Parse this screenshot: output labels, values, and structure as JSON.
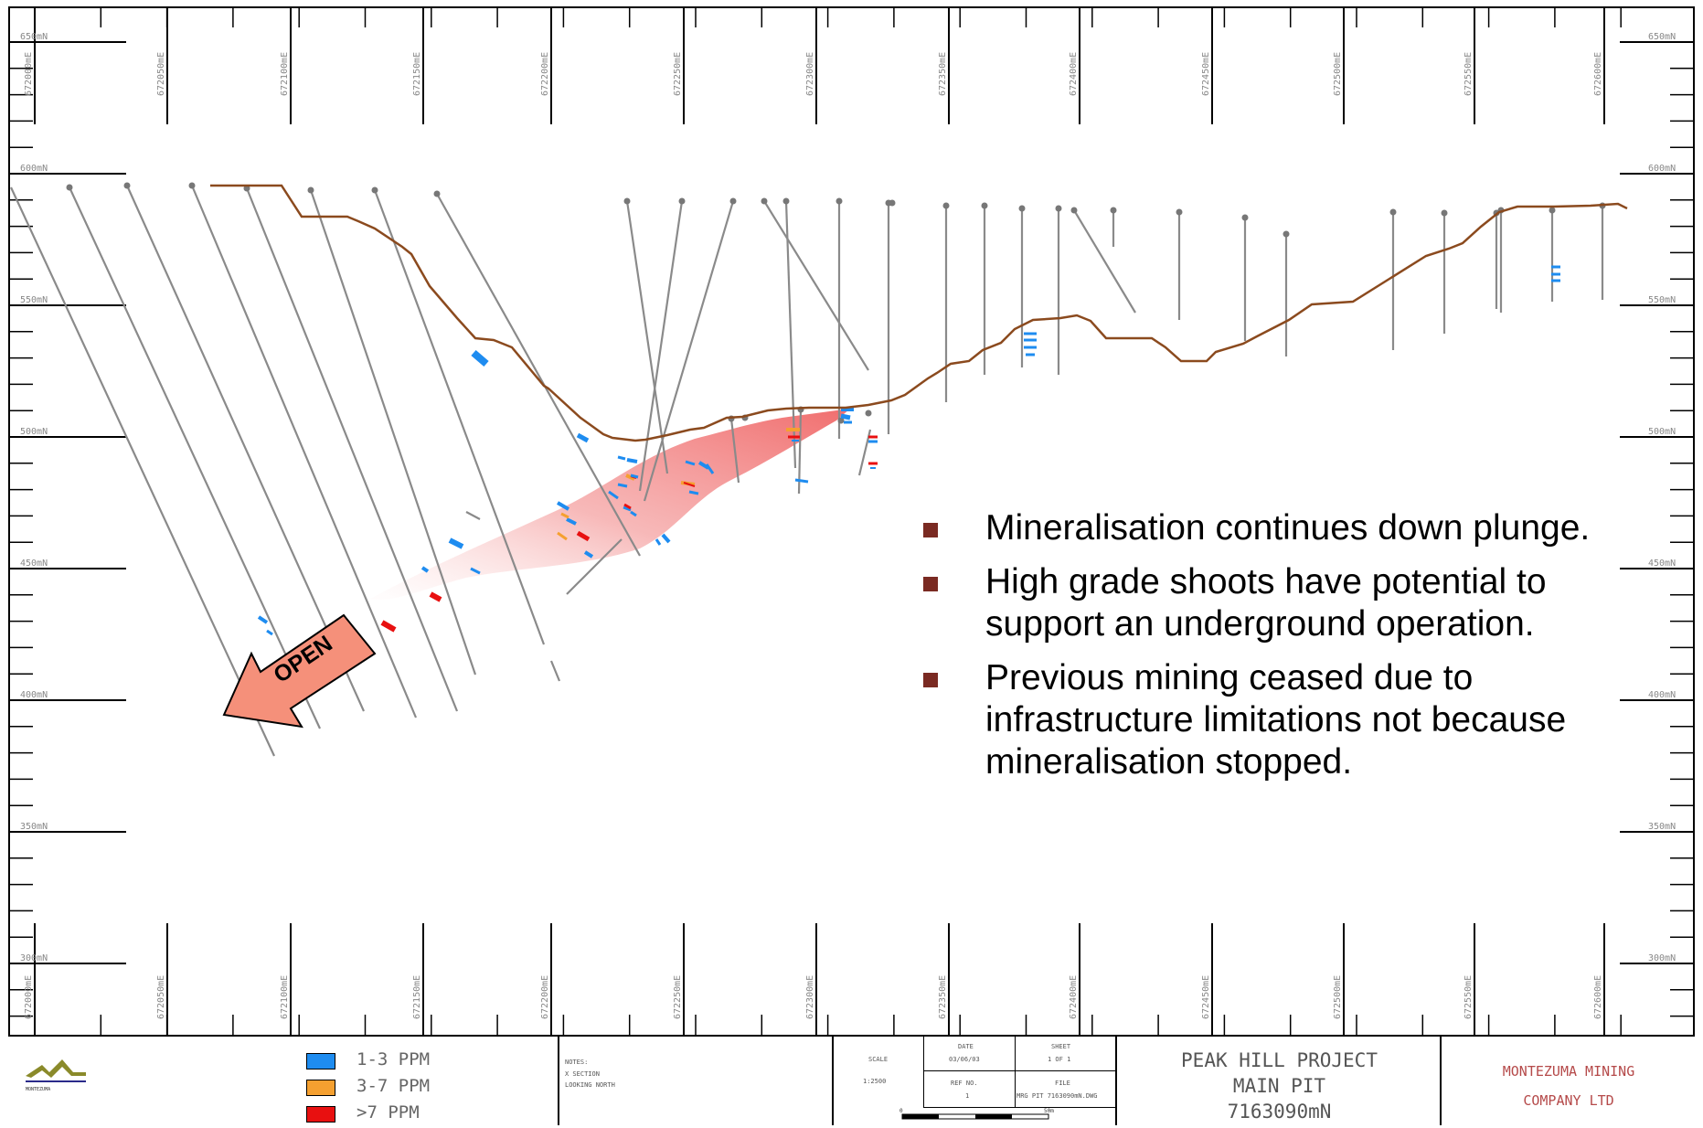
{
  "section": {
    "northing_labels": [
      "672000mE",
      "672050mE",
      "672100mE",
      "672150mE",
      "672200mE",
      "672250mE",
      "672300mE",
      "672350mE",
      "672400mE",
      "672450mE",
      "672500mE",
      "672550mE",
      "672600mE"
    ],
    "rl_labels": [
      "650mN",
      "600mN",
      "550mN",
      "500mN",
      "450mN",
      "400mN",
      "350mN",
      "300mN"
    ],
    "open_label": "OPEN"
  },
  "notes": [
    "Mineralisation continues down plunge.",
    "High grade shoots have potential to support an underground operation.",
    "Previous mining ceased due to infrastructure limitations not because mineralisation stopped."
  ],
  "legend": [
    {
      "label": "1-3 PPM",
      "color": "#1e8cf0"
    },
    {
      "label": "3-7 PPM",
      "color": "#f5a030"
    },
    {
      "label": ">7 PPM",
      "color": "#e81010"
    }
  ],
  "colors": {
    "surface": "#8b4a1e",
    "drillhole": "#8a8a8a",
    "mineralised_zone": "#f06a6a",
    "arrow_fill": "#f5907a"
  },
  "titleblock": {
    "logo_text": "MONTEZUMA",
    "notes_lines": [
      "NOTES:",
      "X SECTION",
      "LOOKING NORTH"
    ],
    "scale_label": "SCALE",
    "scale_value": "1:2500",
    "date_label": "DATE",
    "date_value": "03/06/03",
    "sheet_label": "SHEET",
    "sheet_value": "1 OF 1",
    "ref_label": "REF NO.",
    "ref_value": "1",
    "file_label": "FILE",
    "file_value": "MRG PIT 7163090mN.DWG",
    "scalebar_start": "0",
    "scalebar_end": "50m",
    "project_lines": [
      "PEAK HILL PROJECT",
      "MAIN PIT",
      "7163090mN"
    ],
    "company_lines": [
      "MONTEZUMA MINING",
      "COMPANY LTD"
    ]
  }
}
